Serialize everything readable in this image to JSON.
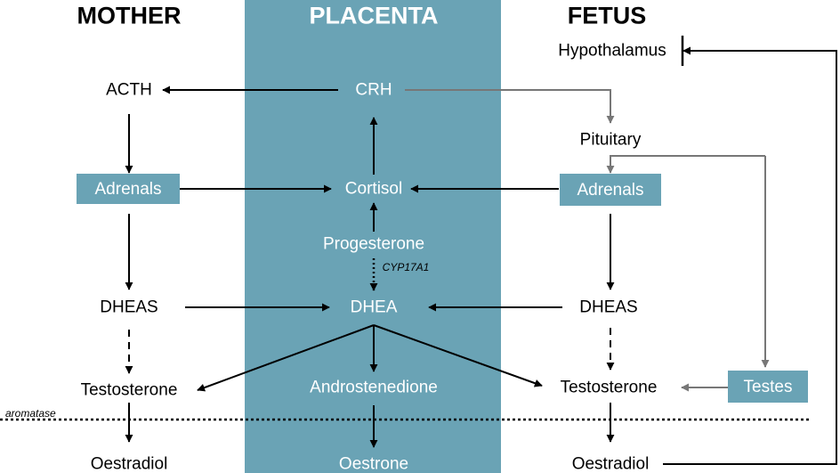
{
  "colors": {
    "band": "#6aa3b5",
    "box": "#6aa3b5",
    "arrow": "#000000",
    "arrow_grey": "#777777"
  },
  "headers": {
    "mother": "MOTHER",
    "placenta": "PLACENTA",
    "fetus": "FETUS"
  },
  "mother": {
    "acth": "ACTH",
    "adrenals": "Adrenals",
    "dheas": "DHEAS",
    "testosterone": "Testosterone",
    "oestradiol": "Oestradiol"
  },
  "placenta": {
    "crh": "CRH",
    "cortisol": "Cortisol",
    "progesterone": "Progesterone",
    "cyp17a1": "CYP17A1",
    "dhea": "DHEA",
    "androstenedione": "Androstenedione",
    "oestrone": "Oestrone"
  },
  "fetus": {
    "hypothalamus": "Hypothalamus",
    "pituitary": "Pituitary",
    "adrenals": "Adrenals",
    "dheas": "DHEAS",
    "testosterone": "Testosterone",
    "testes": "Testes",
    "oestradiol": "Oestradiol"
  },
  "aromatase": "aromatase"
}
